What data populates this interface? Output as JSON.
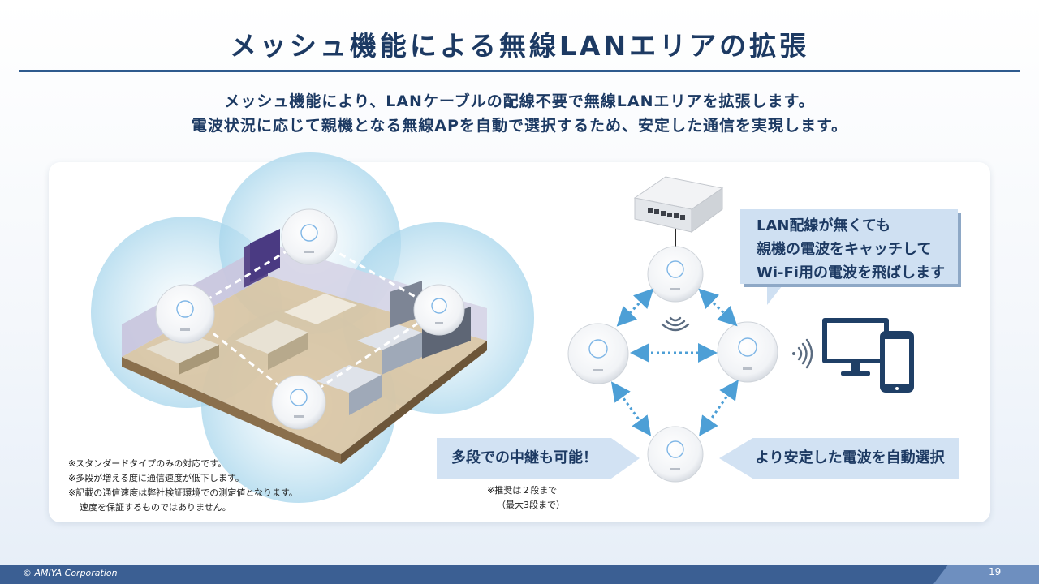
{
  "title": "メッシュ機能による無線LANエリアの拡張",
  "intro": {
    "line1": "メッシュ機能により、LANケーブルの配線不要で無線LANエリアを拡張します。",
    "line2": "電波状況に応じて親機となる無線APを自動で選択するため、安定した通信を実現します。"
  },
  "notes": [
    "※スタンダードタイプのみの対応です。",
    "※多段が増える度に通信速度が低下します。",
    "※記載の通信速度は弊社検証環境での測定値となります。",
    "速度を保証するものではありません。"
  ],
  "callout": {
    "line1": "LAN配線が無くても",
    "line2": "親機の電波をキャッチして",
    "line3": "Wi-Fi用の電波を飛ばします"
  },
  "tags": {
    "relay": "多段での中継も可能！",
    "auto_select": "より安定した電波を自動選択"
  },
  "hop_note": {
    "line1": "※推奨は２段まで",
    "line2": "（最大3段まで）"
  },
  "footer": {
    "copyright": "© AMIYA Corporation",
    "page_number": "19"
  },
  "icons": [
    "switch-icon",
    "access-point-icon",
    "wifi-signal-icon",
    "monitor-icon",
    "smartphone-icon",
    "floor-plan-illustration"
  ],
  "colors": {
    "title": "#1d3a63",
    "accent": "#2e5b8e",
    "coverage": "#bfe0f0",
    "arrow": "#4d9fd6",
    "tag_bg": "#d2e2f3",
    "footer": "#3b5f93"
  }
}
